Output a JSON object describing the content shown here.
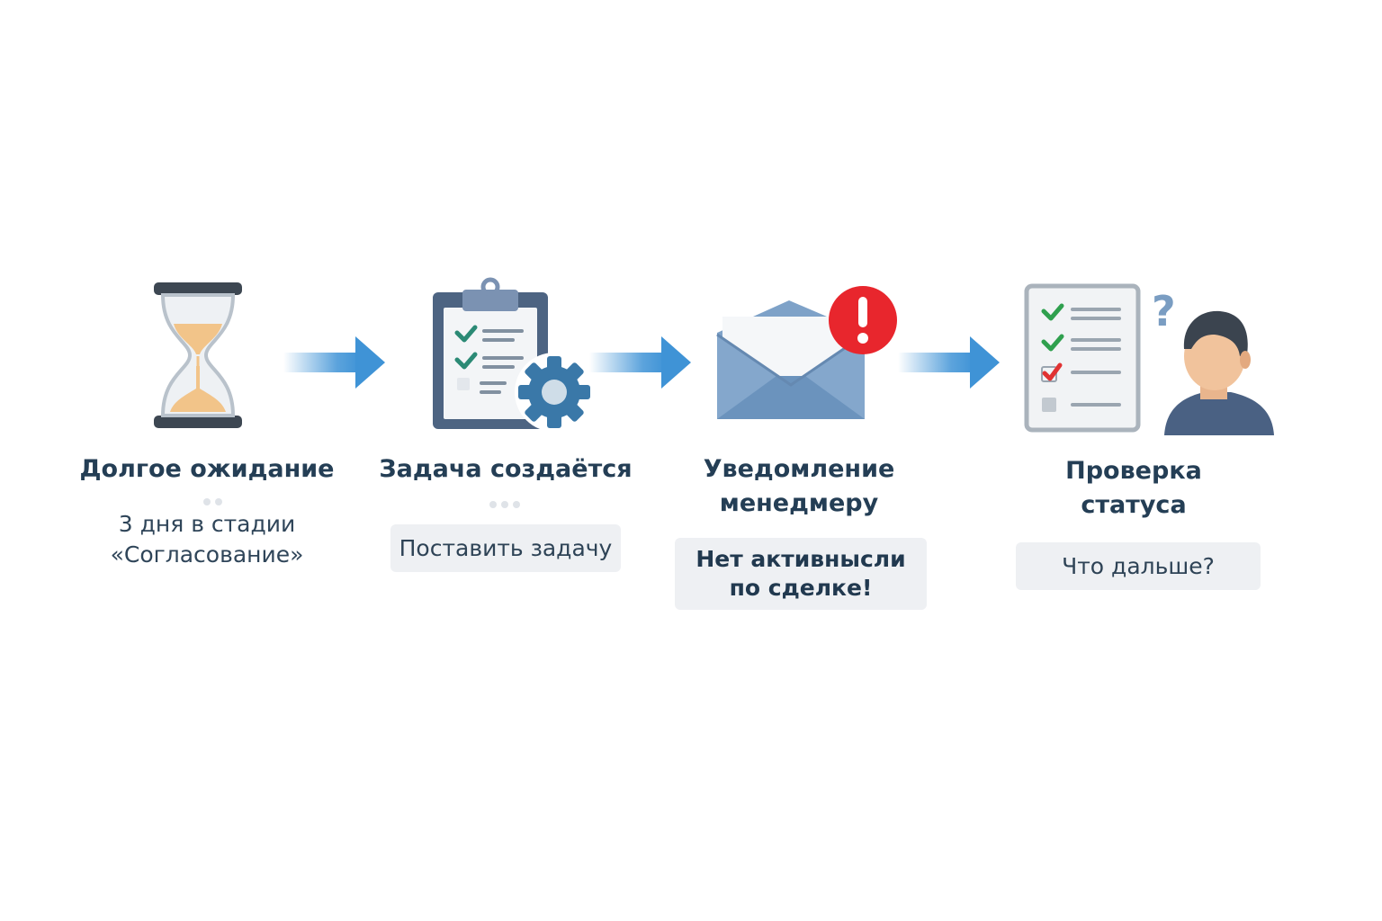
{
  "steps": [
    {
      "icon": "hourglass-icon",
      "title": "Долгое ожидание",
      "subtitle_line1": "3 дня в стадии",
      "subtitle_line2": "«Согласование»"
    },
    {
      "icon": "clipboard-gear-icon",
      "title": "Задача создаётся",
      "action": "Поставить задачу"
    },
    {
      "icon": "envelope-alert-icon",
      "title_line1": "Уведомление",
      "title_line2": "менедмеру",
      "message_line1": "Нет активнысли",
      "message_line2": "по сделке!"
    },
    {
      "icon": "checklist-person-icon",
      "title_line1": "Проверка",
      "title_line2": "статуса",
      "action": "Что дальше?"
    }
  ],
  "colors": {
    "arrow": "#3f93d6",
    "title": "#243e55",
    "check_green": "#2fa04e",
    "check_red": "#e03232",
    "alert_red": "#e8262d",
    "envelope": "#7ea2c8",
    "gear": "#3a78a8",
    "pill_bg": "#eef0f3"
  }
}
